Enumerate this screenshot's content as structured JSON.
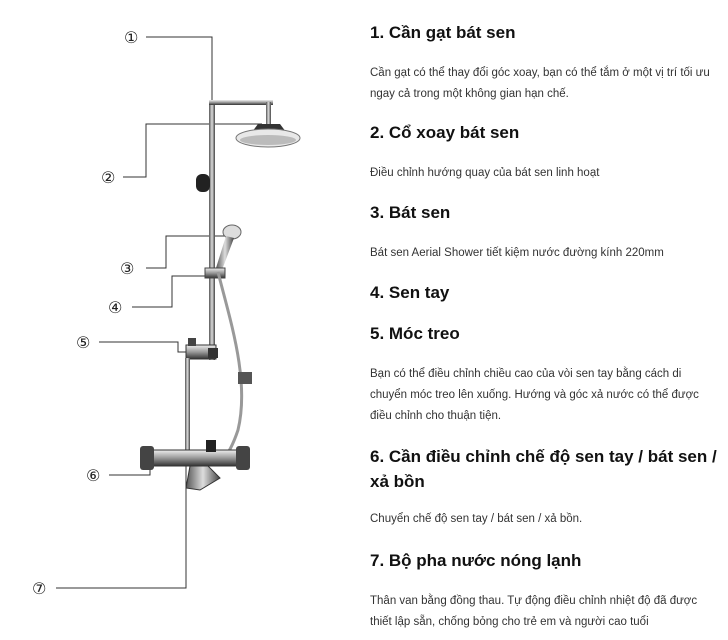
{
  "diagram": {
    "markers": [
      "①",
      "②",
      "③",
      "④",
      "⑤",
      "⑥",
      "⑦"
    ]
  },
  "sections": [
    {
      "title": "1. Cần gạt bát sen",
      "text": "Cần gạt có thể thay đổi góc xoay, bạn có thể tắm ở một vị trí tối ưu ngay cả trong một không gian hạn chế."
    },
    {
      "title": "2. Cổ xoay bát sen",
      "text": "Điều chỉnh hướng quay của bát sen linh hoạt"
    },
    {
      "title": "3. Bát sen",
      "text": "Bát sen Aerial Shower tiết kiệm nước đường kính 220mm"
    },
    {
      "title": "4. Sen tay",
      "text": ""
    },
    {
      "title": "5. Móc treo",
      "text": "Bạn có thể điều chỉnh chiều cao của vòi sen tay bằng cách di chuyển móc treo lên xuống. Hướng và góc xả nước có thể được điều chỉnh cho thuận tiện."
    },
    {
      "title": "6. Cần điều chỉnh chế độ sen tay / bát sen / xả bồn",
      "text": "Chuyển chế độ sen tay / bát sen / xả bồn."
    },
    {
      "title": "7. Bộ pha nước nóng lạnh",
      "text": "Thân van bằng đồng thau. Tự động điều chỉnh nhiệt độ đã được thiết lập sẵn, chống bỏng cho trẻ em và người cao tuổi"
    }
  ]
}
